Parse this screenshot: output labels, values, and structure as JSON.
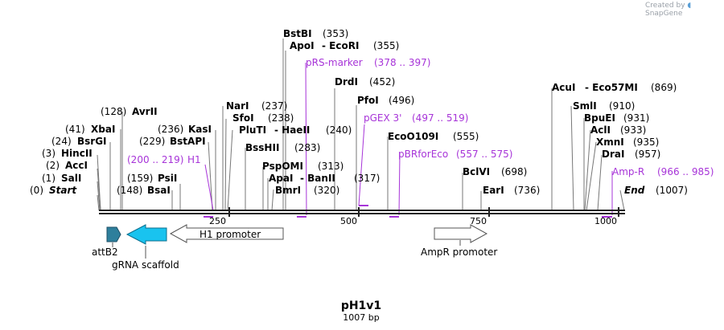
{
  "header": {
    "created_by": "Created by",
    "brand": "SnapGene"
  },
  "plasmid": {
    "name": "pH1v1",
    "length": "1007 bp"
  },
  "colors": {
    "primer": "#a734d8",
    "backbone": "#222222",
    "attB2": "#2e7f9c",
    "scaffold": "#19c3ef",
    "promoter": "#ffffff"
  },
  "ruler": {
    "ticks": [
      "250",
      "500",
      "750",
      "1000"
    ]
  },
  "sites": [
    {
      "name": "Start",
      "pos": "(0)",
      "pos_left": true,
      "italic": true
    },
    {
      "name": "SalI",
      "pos": "(1)",
      "pos_left": true
    },
    {
      "name": "AccI",
      "pos": "(2)",
      "pos_left": true
    },
    {
      "name": "HincII",
      "pos": "(3)",
      "pos_left": true
    },
    {
      "name": "BsrGI",
      "pos": "(24)",
      "pos_left": true
    },
    {
      "name": "XbaI",
      "pos": "(41)",
      "pos_left": true
    },
    {
      "name": "AvrII",
      "pos": "(128)",
      "pos_left": true
    },
    {
      "name": "BsaI",
      "pos": "(148)",
      "pos_left": true
    },
    {
      "name": "PsiI",
      "pos": "(159)",
      "pos_left": true
    },
    {
      "name": "BstAPI",
      "pos": "(229)",
      "pos_left": true
    },
    {
      "name": "KasI",
      "pos": "(236)",
      "pos_left": true
    },
    {
      "name": "NarI",
      "pos": "(237)",
      "pos_left": false
    },
    {
      "name": "SfoI",
      "pos": "(238)",
      "pos_left": false
    },
    {
      "name": "PluTI",
      "pos": "",
      "pos_left": false
    },
    {
      "name": "- HaeII",
      "pos": "(240)",
      "pos_left": false
    },
    {
      "name": "BssHII",
      "pos": "(283)",
      "pos_left": false
    },
    {
      "name": "PspOMI",
      "pos": "(313)",
      "pos_left": false
    },
    {
      "name": "ApaI",
      "pos": "",
      "pos_left": false
    },
    {
      "name": "- BanII",
      "pos": "(317)",
      "pos_left": false
    },
    {
      "name": "BmrI",
      "pos": "(320)",
      "pos_left": false
    },
    {
      "name": "BstBI",
      "pos": "(353)",
      "pos_left": false
    },
    {
      "name": "ApoI",
      "pos": "",
      "pos_left": false
    },
    {
      "name": "- EcoRI",
      "pos": "(355)",
      "pos_left": false
    },
    {
      "name": "DrdI",
      "pos": "(452)",
      "pos_left": false
    },
    {
      "name": "PfoI",
      "pos": "(496)",
      "pos_left": false
    },
    {
      "name": "EcoO109I",
      "pos": "(555)",
      "pos_left": false
    },
    {
      "name": "BclVI",
      "pos": "(698)",
      "pos_left": false
    },
    {
      "name": "EarI",
      "pos": "(736)",
      "pos_left": false
    },
    {
      "name": "AcuI",
      "pos": "",
      "pos_left": false
    },
    {
      "name": "- Eco57MI",
      "pos": "(869)",
      "pos_left": false
    },
    {
      "name": "SmlI",
      "pos": "(910)",
      "pos_left": false
    },
    {
      "name": "BpuEI",
      "pos": "(931)",
      "pos_left": false
    },
    {
      "name": "AclI",
      "pos": "(933)",
      "pos_left": false
    },
    {
      "name": "XmnI",
      "pos": "(935)",
      "pos_left": false
    },
    {
      "name": "DraI",
      "pos": "(957)",
      "pos_left": false
    },
    {
      "name": "End",
      "pos": "(1007)",
      "pos_left": false,
      "italic": true
    }
  ],
  "primers": [
    {
      "name": "H1",
      "range": "(200 .. 219)"
    },
    {
      "name": "pRS-marker",
      "range": "(378 .. 397)"
    },
    {
      "name": "pGEX 3'",
      "range": "(497 .. 519)"
    },
    {
      "name": "pBRforEco",
      "range": "(557 .. 575)"
    },
    {
      "name": "Amp-R",
      "range": "(966 .. 985)"
    }
  ],
  "features": [
    {
      "name": "attB2"
    },
    {
      "name": "gRNA scaffold"
    },
    {
      "name": "H1 promoter"
    },
    {
      "name": "AmpR promoter"
    }
  ]
}
